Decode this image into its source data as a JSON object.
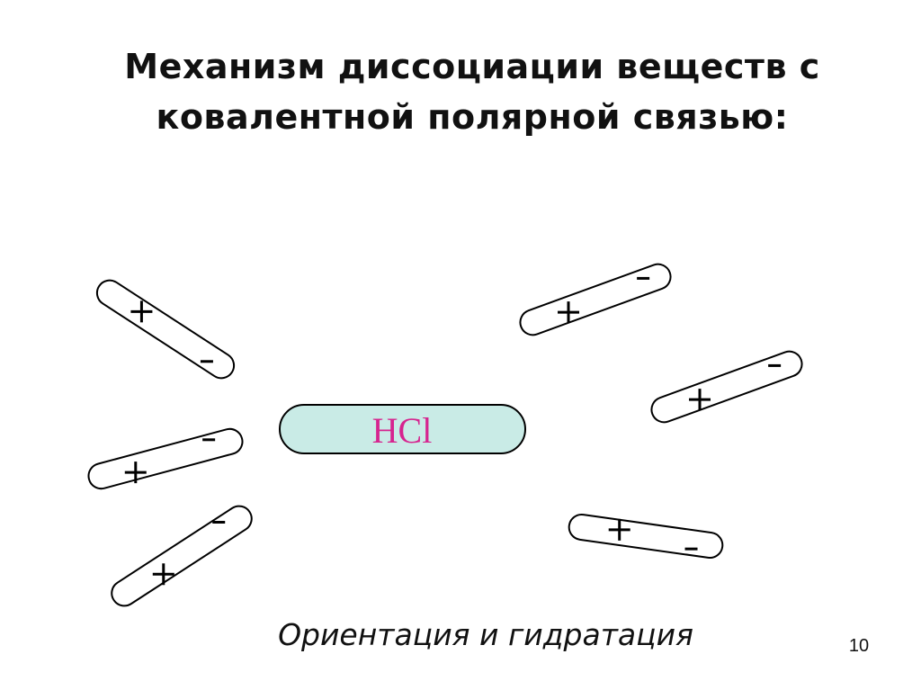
{
  "slide": {
    "title_line_1": "Механизм диссоциации веществ с",
    "title_line_2": "ковалентной полярной связью:",
    "molecule_label": "HCl",
    "caption": "Ориентация и гидратация",
    "page_number": "10"
  },
  "diagram": {
    "water_dipole_count": 6,
    "positive_sign": "+",
    "negative_sign": "-"
  },
  "colors": {
    "molecule_fill": "#c9ebe6",
    "molecule_label": "#d6248f",
    "text": "#111111"
  }
}
